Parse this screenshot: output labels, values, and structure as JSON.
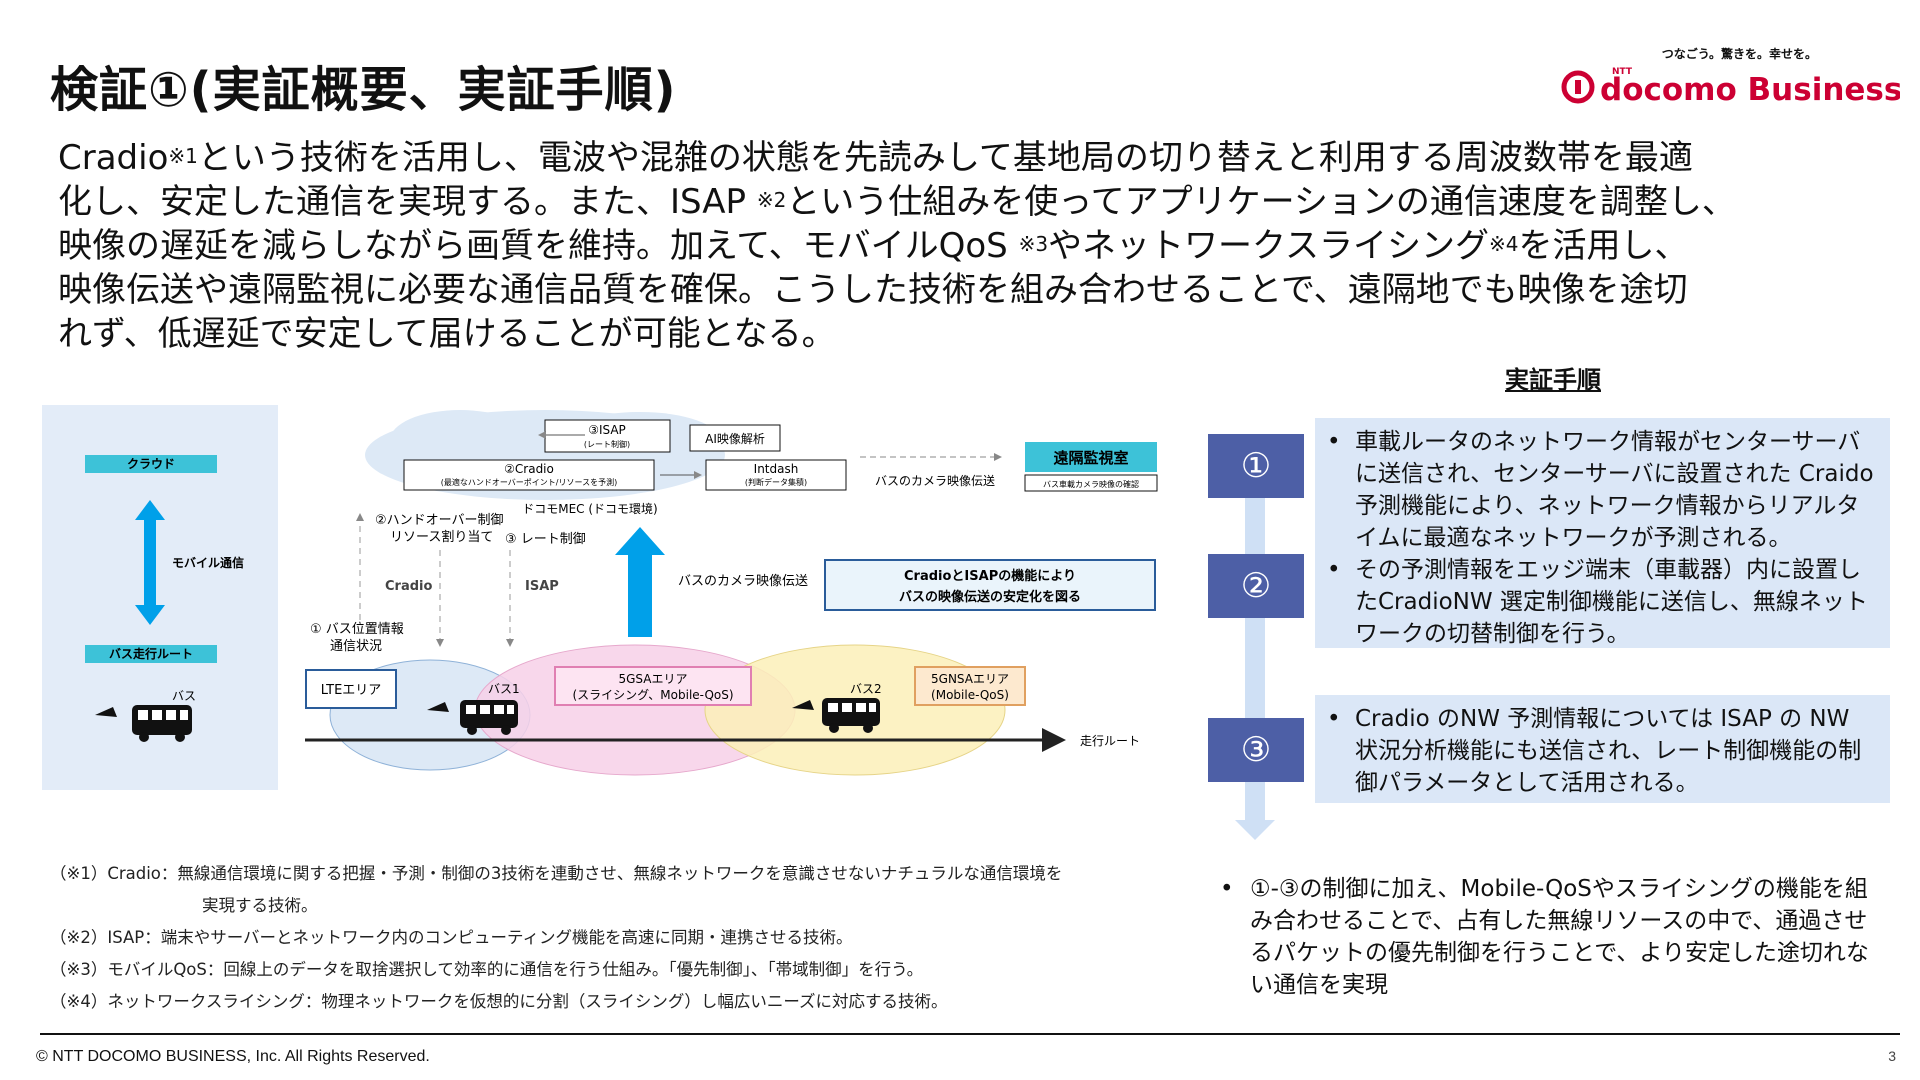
{
  "header": {
    "title": "検証①(実証概要、実証手順)",
    "tagline": "つなごう。驚きを。幸せを。",
    "logo_ntt": "NTT",
    "logo_text": "docomo Business"
  },
  "intro": {
    "line1_a": "Cradio",
    "line1_sup": "※1",
    "line1_b": "という技術を活用し、電波や混雑の状態を先読みして基地局の切り替えと利用する周波数帯を最適",
    "line2_a": "化し、安定した通信を実現する。また、ISAP ",
    "line2_sup": "※2",
    "line2_b": "という仕組みを使ってアプリケーションの通信速度を調整し、",
    "line3_a": "映像の遅延を減らしながら画質を維持。加えて、モバイルQoS ",
    "line3_sup": "※3",
    "line3_b": "やネットワークスライシング",
    "line3_sup2": "※4",
    "line3_c": "を活用し、",
    "line4": "映像伝送や遠隔監視に必要な通信品質を確保。こうした技術を組み合わせることで、遠隔地でも映像を途切",
    "line5": "れず、低遅延で安定して届けることが可能となる。"
  },
  "diagram": {
    "legend_cloud": "クラウド",
    "legend_mobile": "モバイル通信",
    "legend_route": "バス走行ルート",
    "legend_bus": "バス",
    "isap_box_1": "③ISAP",
    "isap_box_2": "(レート制御)",
    "ai_box": "AI映像解析",
    "cradio_box_1": "②Cradio",
    "cradio_box_2": "(最適なハンドオーバーポイント/リソースを予測)",
    "intdash_box_1": "Intdash",
    "intdash_box_2": "(判断データ集積)",
    "mec_label": "ドコモMEC (ドコモ環境)",
    "camera_transfer_top": "バスのカメラ映像伝送",
    "remote_room": "遠隔監視室",
    "remote_room_sub": "バス車載カメラ映像の確認",
    "handover_1": "②ハンドオーバー制御",
    "handover_2": "リソース割り当て",
    "rate_control": "③ レート制御",
    "cradio_label": "Cradio",
    "isap_label": "ISAP",
    "camera_transfer_mid": "バスのカメラ映像伝送",
    "stabilize_1": "CradioとISAPの機能により",
    "stabilize_2": "バスの映像伝送の安定化を図る",
    "bus_pos_1": "① バス位置情報",
    "bus_pos_2": "通信状況",
    "lte_area": "LTEエリア",
    "bus1": "バス1",
    "bus2": "バス2",
    "sa_area_1": "5GSAエリア",
    "sa_area_2": "(スライシング、Mobile-QoS)",
    "nsa_area_1": "5GNSAエリア",
    "nsa_area_2": "(Mobile-QoS)",
    "route_label": "走行ルート",
    "colors": {
      "arrow_blue": "#00a0e9",
      "sa_pink": "#f7d0e8",
      "nsa_yellow": "#fbf0b8",
      "lte_blue": "#dde9f6",
      "panel_bg": "#e3ecf8",
      "teal_label": "#3dc2d8"
    }
  },
  "procedure": {
    "title": "実証手順",
    "step1_num": "①",
    "step2_num": "②",
    "step3_num": "③",
    "box1_item1": "車載ルータのネットワーク情報がセンターサーバに送信され、センターサーバに設置された Craido 予測機能により、ネットワーク情報からリアルタイムに最適なネットワークが予測される。",
    "box1_item2": "その予測情報をエッジ端末（車載器）内に設置したCradioNW 選定制御機能に送信し、無線ネットワークの切替制御を行う。",
    "box2_item1": "Cradio のNW 予測情報については ISAP の NW 状況分析機能にも送信され、レート制御機能の制御パラメータとして活用される。",
    "bottom_note": "①-③の制御に加え、Mobile-QoSやスライシングの機能を組み合わせることで、占有した無線リソースの中で、通過させるパケットの優先制御を行うことで、より安定した途切れない通信を実現",
    "colors": {
      "step_num_bg": "#4d5fa6",
      "box_bg": "#dbe7f7",
      "arrow": "#cfe0f5"
    }
  },
  "footnotes": {
    "fn1": "（※1）Cradio：無線通信環境に関する把握・予測・制御の3技術を連動させ、無線ネットワークを意識させないナチュラルな通信環境を",
    "fn1_cont": "実現する技術。",
    "fn2": "（※2）ISAP：端末やサーバーとネットワーク内のコンピューティング機能を高速に同期・連携させる技術。",
    "fn3": "（※3）モバイルQoS：回線上のデータを取捨選択して効率的に通信を行う仕組み。「優先制御」、「帯域制御」を行う。",
    "fn4": "（※4）ネットワークスライシング：物理ネットワークを仮想的に分割（スライシング）し幅広いニーズに対応する技術。"
  },
  "footer": {
    "copyright": "© NTT DOCOMO BUSINESS, Inc. All Rights Reserved.",
    "page_number": "3"
  }
}
